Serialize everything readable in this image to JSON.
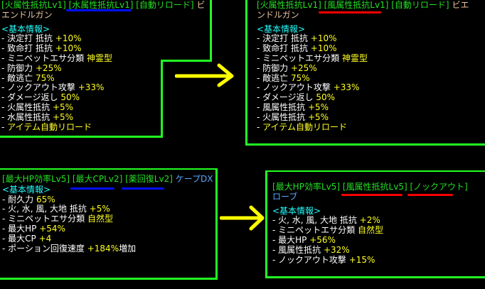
{
  "panels": [
    {
      "title": [
        "[火属性抵抗Lv1]",
        "[水属性抵抗Lv1]",
        "[自動リロード]",
        "ビエンドルガン"
      ],
      "section": "<基本情報>",
      "rows": [
        {
          "label": "- 決定打 抵抗 ",
          "value": "+10%"
        },
        {
          "label": "- 致命打 抵抗 ",
          "value": "+10%"
        },
        {
          "label": "- ミニペットエサ分類 ",
          "value": "神霊型"
        },
        {
          "label": "- 防御力 ",
          "value": "+25%"
        },
        {
          "label": "- 敵逃亡 ",
          "value": "75%"
        },
        {
          "label": "- ノックアウト攻撃 ",
          "value": "+33%"
        },
        {
          "label": "- ダメージ返し ",
          "value": "50%"
        },
        {
          "label": "- 火属性抵抗 ",
          "value": "+5%"
        },
        {
          "label": "- 水属性抵抗 ",
          "value": "+5%"
        },
        {
          "label": "- ",
          "value": "アイテム自動リロード"
        }
      ]
    },
    {
      "title": [
        "[火属性抵抗Lv1]",
        "[風属性抵抗Lv1]",
        "[自動リロード]",
        "ビエンドルガン"
      ],
      "section": "<基本情報>",
      "rows": [
        {
          "label": "- 決定打 抵抗 ",
          "value": "+10%"
        },
        {
          "label": "- 致命打 抵抗 ",
          "value": "+10%"
        },
        {
          "label": "- ミニペットエサ分類 ",
          "value": "神霊型"
        },
        {
          "label": "- 防御力 ",
          "value": "+25%"
        },
        {
          "label": "- 敵逃亡 ",
          "value": "75%"
        },
        {
          "label": "- ノックアウト攻撃 ",
          "value": "+33%"
        },
        {
          "label": "- ダメージ返し ",
          "value": "50%"
        },
        {
          "label": "- 風属性抵抗 ",
          "value": "+5%"
        },
        {
          "label": "- 火属性抵抗 ",
          "value": "+5%"
        },
        {
          "label": "- ",
          "value": "アイテム自動リロード"
        }
      ]
    },
    {
      "title": [
        "[最大HP効率Lv5]",
        "[最大CPLv2]",
        "[薬回復Lv2]",
        "ケープDX"
      ],
      "section": "<基本情報>",
      "rows": [
        {
          "label": "- 耐久力 ",
          "value": "65%"
        },
        {
          "label": "- 火, 水, 風, 大地 抵抗 ",
          "value": "+5%"
        },
        {
          "label": "- ミニペットエサ分類 ",
          "value": "自然型"
        },
        {
          "label": "- 最大HP ",
          "value": "+54%"
        },
        {
          "label": "- 最大CP ",
          "value": "+4"
        },
        {
          "label": "- ポーション回復速度 ",
          "value": "+184%",
          "suffix": "増加"
        }
      ]
    },
    {
      "title": [
        "[最大HP効率Lv5]",
        "[風属性抵抗Lv5]",
        "[ノックアウト]",
        "ローブ"
      ],
      "section": "<基本情報>",
      "rows": [
        {
          "label": "- 火, 水, 風, 大地 抵抗 ",
          "value": "+2%"
        },
        {
          "label": "- ミニペットエサ分類 ",
          "value": "自然型"
        },
        {
          "label": "- 最大HP ",
          "value": "+56%"
        },
        {
          "label": "- 風属性抵抗 ",
          "value": "+32%"
        },
        {
          "label": "- ノックアウト攻撃 ",
          "value": "+15%"
        }
      ]
    }
  ],
  "colors": {
    "border": "#22ff22",
    "option": "#22e022",
    "section": "#22ffff",
    "value": "#ffff22",
    "arrow": "#ffff00",
    "highlight_blue": "#0010ff",
    "highlight_red": "#ff0000"
  }
}
